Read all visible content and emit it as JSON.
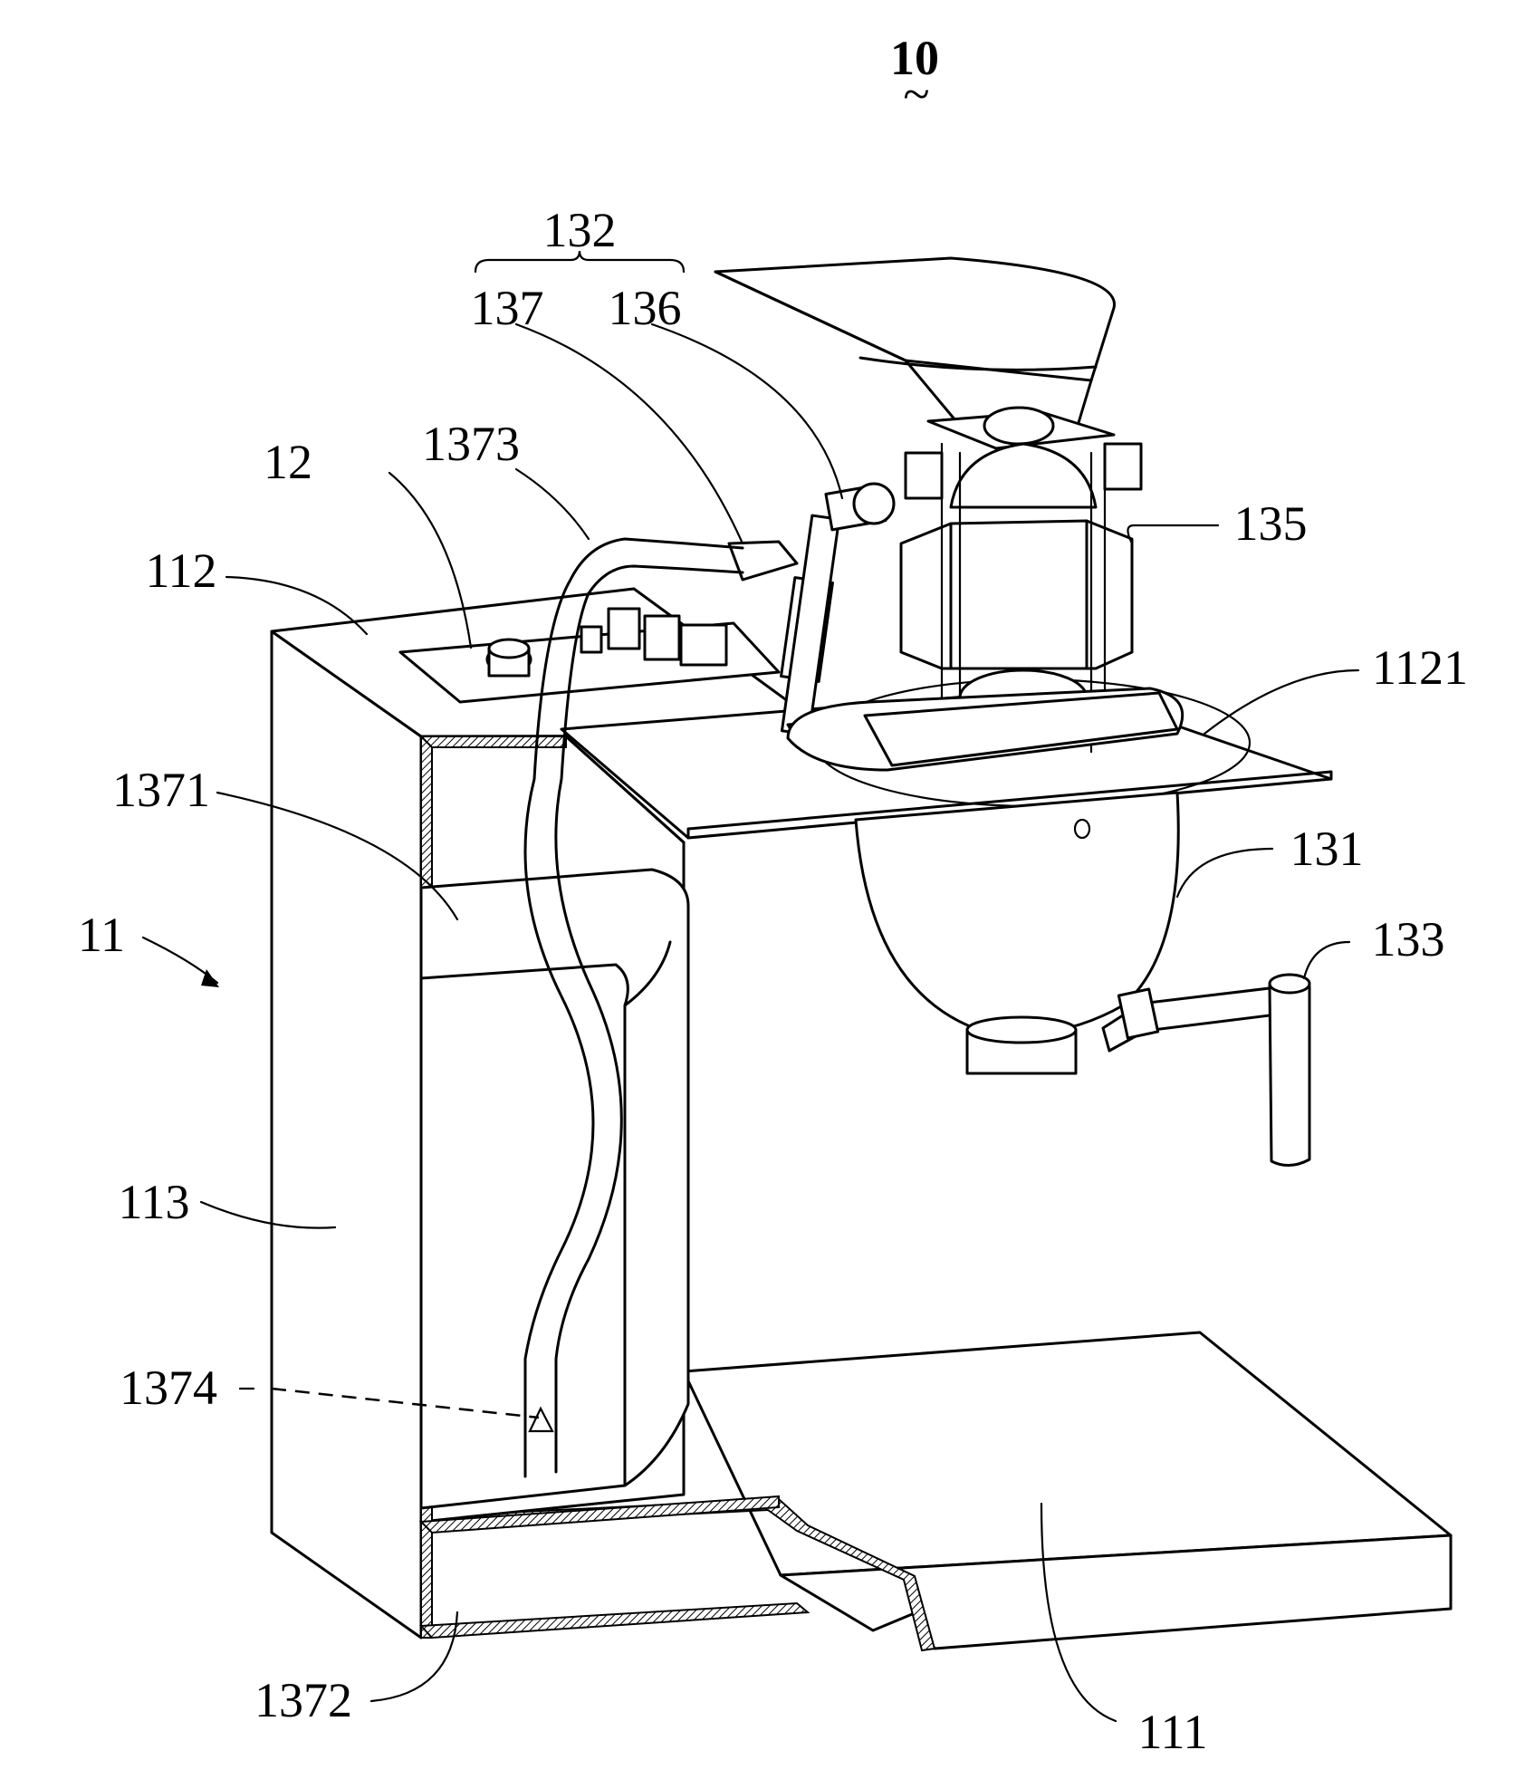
{
  "figure": {
    "ref_numeral": "10",
    "ref_tilde": "~"
  },
  "labels": {
    "l132": "132",
    "l137": "137",
    "l136": "136",
    "l1373": "1373",
    "l12": "12",
    "l112": "112",
    "l135": "135",
    "l1121": "1121",
    "l1371": "1371",
    "l131": "131",
    "l11": "11",
    "l133": "133",
    "l113": "113",
    "l1374": "1374",
    "l1372": "1372",
    "l111": "111"
  }
}
